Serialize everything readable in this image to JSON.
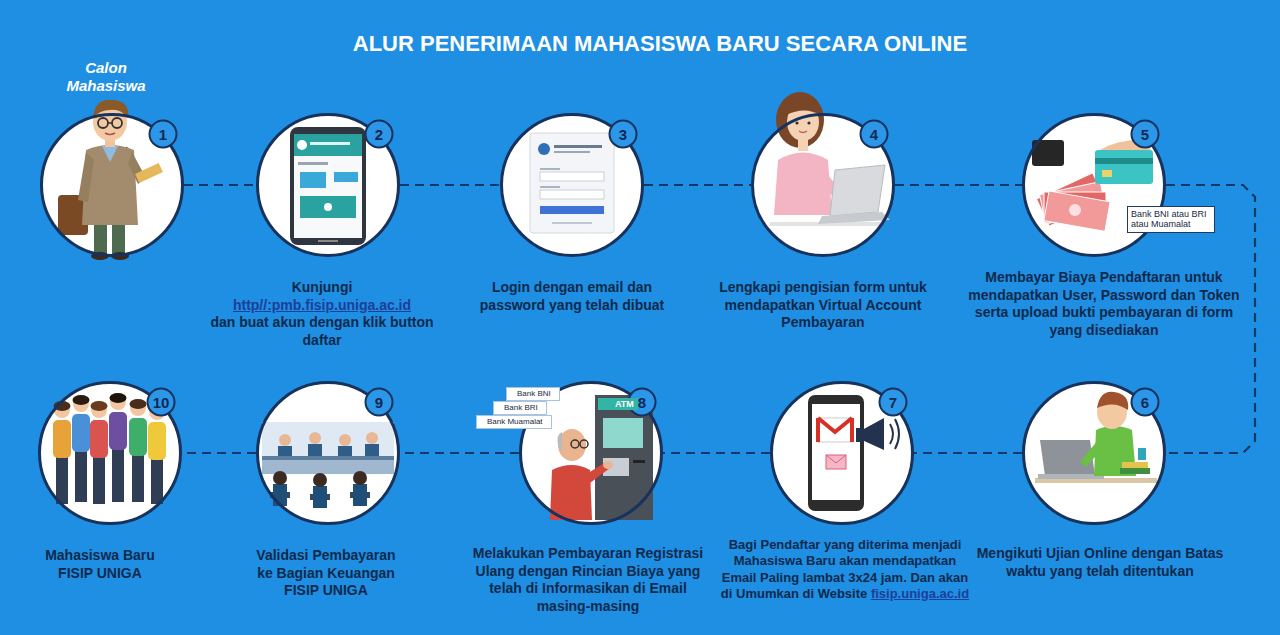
{
  "diagram": {
    "title": "ALUR PENERIMAAN MAHASISWA BARU SECARA ONLINE",
    "nodes": [
      {
        "text": [
          "Calon Mahasiswa"
        ]
      },
      {
        "text": [
          "1"
        ],
        "in": 0
      },
      {
        "text": [
          "Kunjungi",
          "http//:pmb.fisip.uniga.ac.id",
          "dan buat akun dengan klik button daftar"
        ]
      },
      {
        "text": [
          "2"
        ],
        "in": 2
      },
      {
        "text": [
          "Login dengan email dan password yang telah dibuat"
        ]
      },
      {
        "text": [
          "3"
        ],
        "in": 4
      },
      {
        "text": [
          "Lengkapi pengisian form untuk mendapatkan Virtual Account Pembayaran"
        ]
      },
      {
        "text": [
          "4"
        ],
        "in": 6
      },
      {
        "text": [
          "Membayar Biaya Pendaftaran untuk mendapatkan User, Password dan Token serta upload bukti pembayaran di form yang disediakan"
        ]
      },
      {
        "text": [
          "5"
        ],
        "in": 8
      },
      {
        "text": [
          "Mengikuti Ujian Online dengan Batas waktu yang telah ditentukan"
        ]
      },
      {
        "text": [
          "6"
        ],
        "in": 10
      },
      {
        "text": [
          "Bagi Pendaftar yang diterima menjadi Mahasiswa Baru akan mendapatkan Email Paling lambat 3x24 jam. Dan akan di Umumkan di Website",
          "fisip.uniga.ac.id"
        ]
      },
      {
        "text": [
          "7"
        ],
        "in": 12
      },
      {
        "text": [
          "Melakukan Pembayaran Registrasi Ulang dengan Rincian Biaya yang telah di Informasikan di Email masing-masing"
        ]
      },
      {
        "text": [
          "8"
        ],
        "in": 14
      },
      {
        "text": [
          "Validasi Pembayaran ke Bagian Keuangan FISIP UNIGA"
        ]
      },
      {
        "text": [
          "9"
        ],
        "in": 16
      },
      {
        "text": [
          "Mahasiswa Baru FISIP UNIGA"
        ]
      },
      {
        "text": [
          "10"
        ],
        "in": 18
      }
    ],
    "edges": [
      {
        "from": 0,
        "to": 2,
        "arrow": "none"
      },
      {
        "from": 2,
        "to": 4,
        "arrow": "none"
      },
      {
        "from": 4,
        "to": 6,
        "arrow": "none"
      },
      {
        "from": 6,
        "to": 8,
        "arrow": "none"
      },
      {
        "from": 8,
        "to": 10,
        "arrow": "none"
      },
      {
        "from": 10,
        "to": 12,
        "arrow": "none"
      },
      {
        "from": 12,
        "to": 14,
        "arrow": "none"
      },
      {
        "from": 14,
        "to": 16,
        "arrow": "none"
      },
      {
        "from": 16,
        "to": 18,
        "arrow": "none"
      }
    ],
    "labels": [
      "Bank BNI atau BRI atau Muamalat",
      "Bank BNI",
      "Bank BRI",
      "Bank Muamalat",
      "ATM"
    ]
  }
}
